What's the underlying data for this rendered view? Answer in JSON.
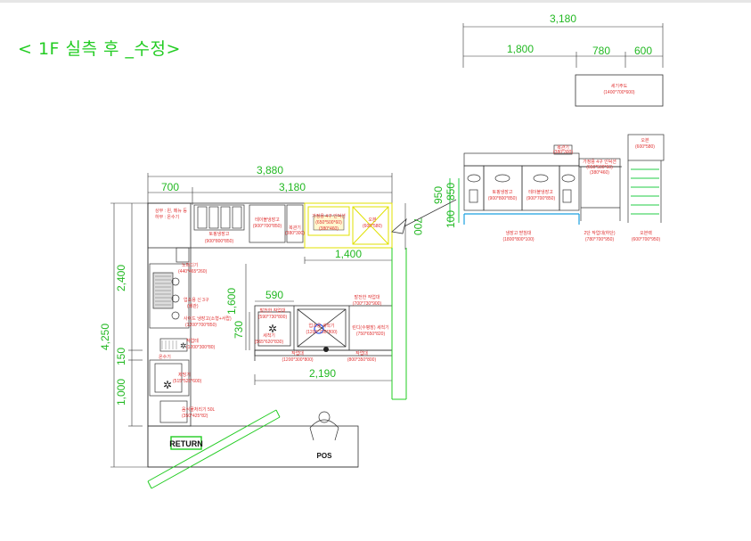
{
  "title": "< 1F 실측 후 _수정>",
  "colors": {
    "dimension": "#22b822",
    "label": "#e03030",
    "outline": "#333333",
    "highlight": "#e0e000",
    "blue": "#2b5ff0"
  },
  "dims": {
    "top_total": "3,180",
    "top_a": "1,800",
    "top_b": "780",
    "top_c": "600",
    "width_total": "3,880",
    "width_left": "700",
    "width_right": "3,180",
    "right_depth": "700",
    "right_1400": "1,400",
    "left_2400": "2,400",
    "left_4250": "4,250",
    "left_150": "150",
    "left_1000": "1,000",
    "island_590": "590",
    "island_1600": "1,600",
    "island_730": "730",
    "island_2190": "2,190",
    "elev_950": "950",
    "elev_850": "850",
    "elev_100": "100"
  },
  "labels": {
    "right_top_box": [
      "세기주도",
      "(1400*700*600)"
    ],
    "elev_top1": [
      "복관기",
      "(380*300)"
    ],
    "elev_top2": [
      "오븐",
      "(600*580)"
    ],
    "elev_table": [
      "가정용 4구 인덕션",
      "(650*500*60)",
      "(380*460)"
    ],
    "elev_b1": [
      "토핑냉장고",
      "(900*800*850)"
    ],
    "elev_b2": [
      "테이블냉장고",
      "(900*700*850)"
    ],
    "elev_bottom1": [
      "냉장고 받침대",
      "(1800*800*100)"
    ],
    "elev_bottom2": [
      "2단 작업대(하단)",
      "(780*700*950)"
    ],
    "elev_bottom3": [
      "오븐랙",
      "(600*700*950)"
    ],
    "p_tl": [
      "상부 : 왼, 메뉴 등",
      "하부 : 온수기"
    ],
    "p_topping": [
      "토핑냉장고",
      "(900*800*850)"
    ],
    "p_table": [
      "테이블냉장고",
      "(900*700*850)"
    ],
    "p_cook": [
      "가정용 4구 인덕션",
      "(650*500*60)",
      "(380*460)"
    ],
    "p_oven": [
      "오븐",
      "(600*580)"
    ],
    "p_smallbox": [
      "복관기",
      "(380*300)"
    ],
    "p_rice": [
      "노피디기",
      "(440*465*260)"
    ],
    "p_sink3": [
      "업소용 신 3구",
      "(배관)"
    ],
    "p_bev": [
      "사이드 냉장고(소형+서랍)",
      "(1200*700*850)"
    ],
    "p_prep": [
      "작업테",
      "(1200*300*80)"
    ],
    "p_ice": [
      "제빙기",
      "(515*526*600)"
    ],
    "p_hot": [
      "온수기"
    ],
    "p_drain": [
      "음식물처리기 50L",
      "(350*425*82)"
    ],
    "p_isl1": [
      "발전한 작업대",
      "(700*730*900)"
    ],
    "p_isl2": [
      "발전한 작업대",
      "(590*730*800)"
    ],
    "p_isl3": [
      "세척기",
      "(565*620*830)"
    ],
    "p_isl4": [
      "업소용 세척기",
      "(1200*730*800)"
    ],
    "p_isl5": [
      "린디(수평장) 세척기",
      "(750*650*820)"
    ],
    "p_isl6": [
      "작업대",
      "(1200*300*800)"
    ],
    "p_isl7": [
      "작업대",
      "(800*350*800)"
    ],
    "return": "RETURN",
    "pos": "POS"
  }
}
